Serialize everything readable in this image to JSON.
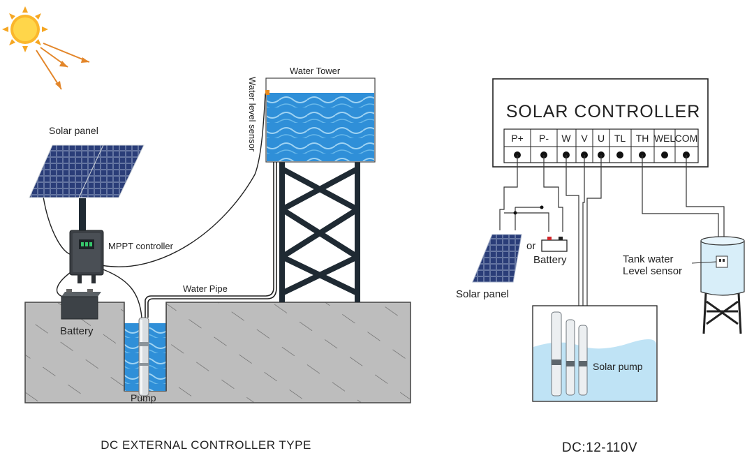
{
  "left_diagram": {
    "labels": {
      "solar_panel": "Solar panel",
      "mppt_controller": "MPPT controller",
      "battery": "Battery",
      "pump": "Pump",
      "water_pipe": "Water Pipe",
      "water_tower": "Water Tower",
      "water_level_sensor": "Water level sensor"
    },
    "caption": "DC EXTERNAL CONTROLLER TYPE"
  },
  "right_diagram": {
    "controller_title": "SOLAR CONTROLLER",
    "terminals": [
      "P+",
      "P-",
      "W",
      "V",
      "U",
      "TL",
      "TH",
      "WEL",
      "COM"
    ],
    "labels": {
      "solar_panel": "Solar panel",
      "or": "or",
      "battery": "Battery",
      "tank_sensor_line1": "Tank water",
      "tank_sensor_line2": "Level sensor",
      "solar_pump": "Solar pump"
    },
    "caption": "DC:12-110V"
  },
  "colors": {
    "ground": "#b9b9b9",
    "water": "#2f8fd8",
    "water_light": "#bfe3f5",
    "steel": "#1f2a33",
    "sun": "#f5a623",
    "battery_plus": "#d0262b"
  }
}
